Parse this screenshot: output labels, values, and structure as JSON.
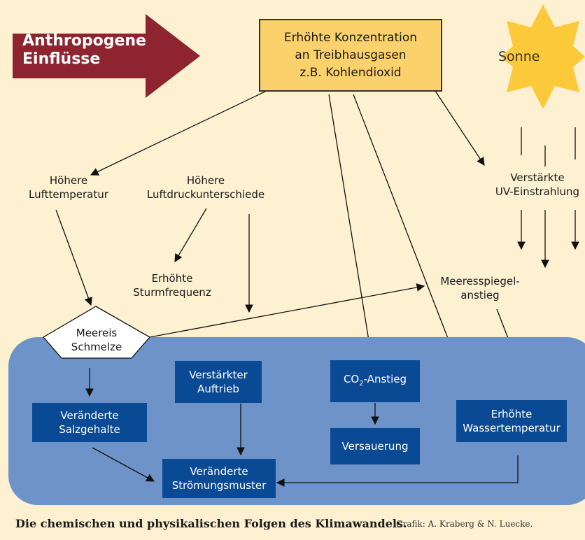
{
  "influence": {
    "line1": "Anthropogene",
    "line2": "Einflüsse"
  },
  "concentration": {
    "line1": "Erhöhte Konzentration",
    "line2": "an Treibhausgasen",
    "line3": "z.B. Kohlendioxid"
  },
  "sun": {
    "label": "Sonne"
  },
  "labels": {
    "air_temp": {
      "line1": "Höhere",
      "line2": "Lufttemperatur"
    },
    "air_pressure": {
      "line1": "Höhere",
      "line2": "Luftdruckunterschiede"
    },
    "storm": {
      "line1": "Erhöhte",
      "line2": "Sturmfrequenz"
    },
    "uv": {
      "line1": "Verstärkte",
      "line2": "UV-Einstrahlung"
    },
    "sea_level": {
      "line1": "Meeresspiegel-",
      "line2": "anstieg"
    },
    "sea_ice": {
      "line1": "Meereis",
      "line2": "Schmelze"
    }
  },
  "ocean_boxes": {
    "salinity": {
      "line1": "Veränderte",
      "line2": "Salzgehalte"
    },
    "upwelling": {
      "line1": "Verstärkter",
      "line2": "Auftrieb"
    },
    "co2_prefix": "CO",
    "co2_sub": "2",
    "co2_suffix": "-Anstieg",
    "acidification": "Versauerung",
    "water_temp": {
      "line1": "Erhöhte",
      "line2": "Wassertemperatur"
    },
    "currents": {
      "line1": "Veränderte",
      "line2": "Strömungsmuster"
    }
  },
  "caption": "Die chemischen und physikalischen Folgen des Klimawandels.",
  "credit": "Grafik:  A. Kraberg & N. Luecke.",
  "colors": {
    "background": "#fdf1d2",
    "ocean": "#6e93c8",
    "box": "#0a4a94",
    "influence_arrow": "#8e2430",
    "concentration": "#fbd16c",
    "sun": "#fcc93a"
  }
}
